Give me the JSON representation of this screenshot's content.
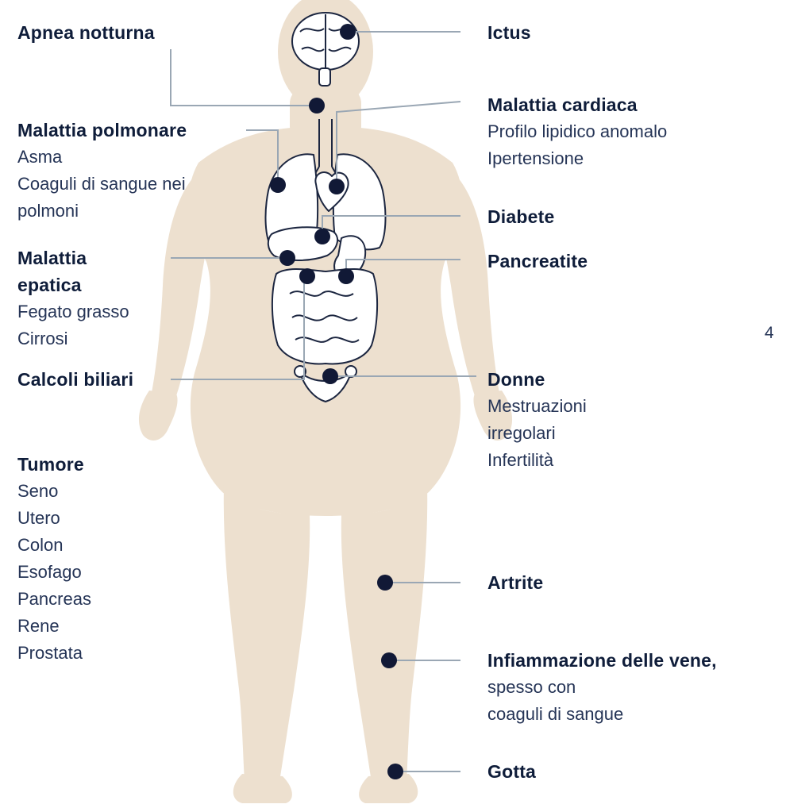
{
  "colors": {
    "body_fill": "#ede0cf",
    "organ_outline": "#1c2640",
    "organ_fill": "#ffffff",
    "connector_line": "#9aa7b4",
    "marker": "#111936",
    "heading_text": "#0f1d3a",
    "sub_text": "#253456"
  },
  "page_number": "4",
  "conditions": {
    "apnea": {
      "heading": "Apnea notturna"
    },
    "ictus": {
      "heading": "Ictus"
    },
    "lung": {
      "heading": "Malattia polmonare",
      "items": [
        "Asma",
        "Coaguli di sangue nei",
        "polmoni"
      ]
    },
    "heart": {
      "heading": "Malattia cardiaca",
      "items": [
        "Profilo lipidico anomalo",
        "Ipertensione"
      ]
    },
    "diabetes": {
      "heading": "Diabete"
    },
    "liver": {
      "heading_lines": [
        "Malattia",
        "epatica"
      ],
      "items": [
        "Fegato grasso",
        "Cirrosi"
      ]
    },
    "pancreatitis": {
      "heading": "Pancreatite"
    },
    "gallstones": {
      "heading": "Calcoli biliari"
    },
    "women": {
      "heading": "Donne",
      "items": [
        "Mestruazioni",
        "irregolari",
        "Infertilità"
      ]
    },
    "cancer": {
      "heading": "Tumore",
      "items": [
        "Seno",
        "Utero",
        "Colon",
        "Esofago",
        "Pancreas",
        "Rene",
        "Prostata"
      ]
    },
    "arthritis": {
      "heading": "Artrite"
    },
    "veins": {
      "heading": "Infiammazione delle vene,",
      "items": [
        "spesso con",
        "coaguli di sangue"
      ]
    },
    "gout": {
      "heading": "Gotta"
    }
  }
}
